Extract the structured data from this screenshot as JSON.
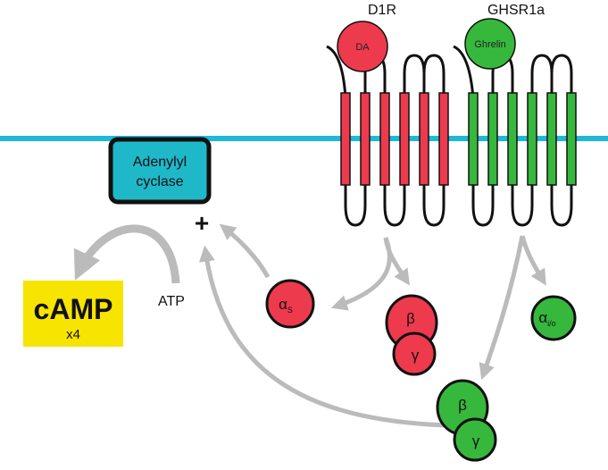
{
  "labels": {
    "receptor1": "D1R",
    "receptor2": "GHSR1a",
    "ligand1": "DA",
    "ligand2": "Ghrelin",
    "enzyme_line1": "Adenylyl",
    "enzyme_line2": "cyclase",
    "plus": "+",
    "substrate": "ATP",
    "product": "cAMP",
    "product_multiplier": "x4",
    "alpha_s_main": "α",
    "alpha_s_sub": "S",
    "alpha_io_main": "α",
    "alpha_io_sub": "i/o",
    "beta": "β",
    "gamma": "γ"
  },
  "colors": {
    "membrane": "#1fb8d8",
    "red": "#ee3a4d",
    "green": "#36b83d",
    "enzyme": "#1fb8c9",
    "camp_box": "#f7e400",
    "arrow": "#bbbbbb",
    "outline": "#111111"
  }
}
